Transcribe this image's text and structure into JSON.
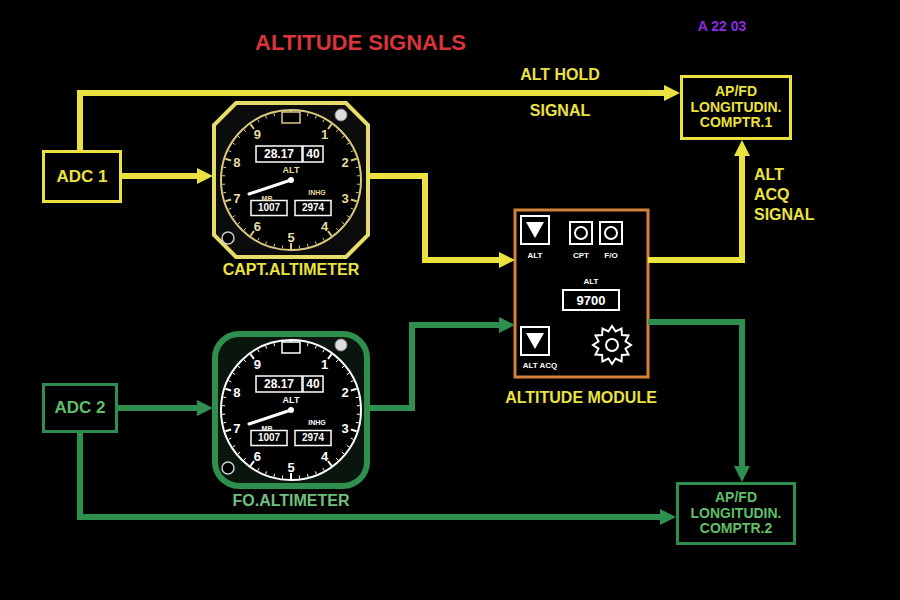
{
  "diagram": {
    "title": "ALTITUDE SIGNALS",
    "nodes": [
      {
        "text": [
          "ADC 1"
        ]
      },
      {
        "text": [
          "CAPT.ALTIMETER"
        ]
      },
      {
        "text": [
          "ALTITUDE MODULE"
        ]
      },
      {
        "text": [
          "AP/FD LONGITUDIN. COMPTR.1"
        ]
      },
      {
        "text": [
          "ADC 2"
        ]
      },
      {
        "text": [
          "FO.ALTIMETER"
        ]
      },
      {
        "text": [
          "AP/FD LONGITUDIN. COMPTR.2"
        ]
      }
    ],
    "edges": [
      {
        "from": 0,
        "to": 3,
        "arrow": "to",
        "label": "ALT HOLD SIGNAL"
      },
      {
        "from": 0,
        "to": 1,
        "arrow": "to"
      },
      {
        "from": 1,
        "to": 2,
        "arrow": "to"
      },
      {
        "from": 2,
        "to": 3,
        "arrow": "to",
        "label": "ALT ACQ SIGNAL"
      },
      {
        "from": 4,
        "to": 5,
        "arrow": "to"
      },
      {
        "from": 5,
        "to": 2,
        "arrow": "to"
      },
      {
        "from": 2,
        "to": 6,
        "arrow": "to"
      },
      {
        "from": 4,
        "to": 6,
        "arrow": "to"
      }
    ],
    "labels": [
      "1",
      "2",
      "3",
      "4",
      "5",
      "6",
      "7",
      "8",
      "9",
      "28.17",
      "40",
      "ALT",
      "MB",
      "INHG",
      "1007",
      "2974",
      "1",
      "2",
      "3",
      "4",
      "5",
      "6",
      "7",
      "8",
      "9",
      "28.17",
      "40",
      "ALT",
      "MB",
      "INHG",
      "1007",
      "2974",
      "ALT",
      "CPT",
      "F/O",
      "ALT",
      "9700",
      "ALT ACQ",
      "A 22 03"
    ]
  }
}
